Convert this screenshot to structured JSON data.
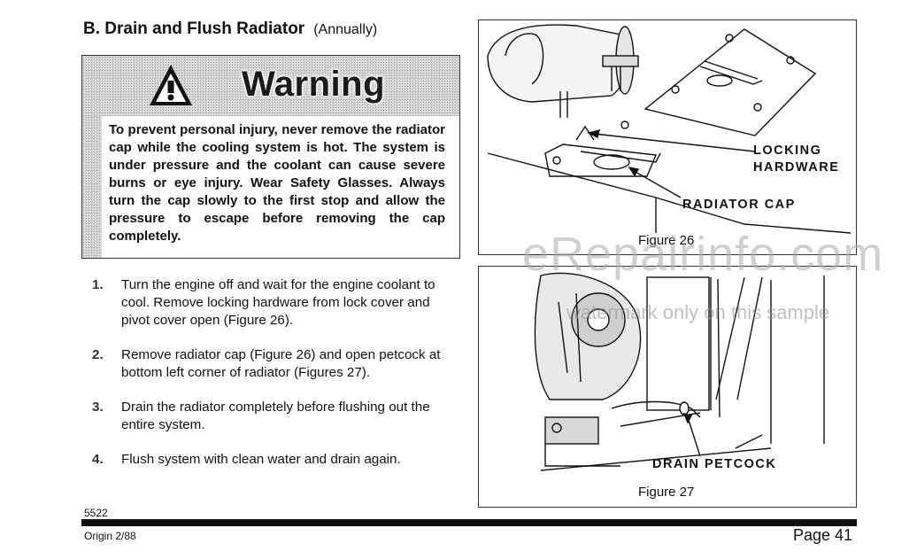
{
  "section": {
    "heading": "B. Drain and Flush Radiator",
    "frequency": "(Annually)"
  },
  "warning": {
    "title": "Warning",
    "icon": "warning-triangle-icon",
    "text": "To prevent personal injury, never remove the radiator cap while the cooling system is hot. The system is under pressure and the coolant can cause severe burns or eye injury. Wear Safety Glasses. Always turn the cap slowly to the first stop and allow the pressure to escape before removing the cap completely."
  },
  "steps": [
    {
      "num": "1.",
      "text": "Turn the engine off and wait for the engine coolant to cool. Remove locking hardware from lock cover and pivot cover open (Figure 26)."
    },
    {
      "num": "2.",
      "text": "Remove radiator cap (Figure 26) and open petcock at bottom left corner of radiator (Figures 27)."
    },
    {
      "num": "3.",
      "text": "Drain the radiator completely before flushing out the entire system."
    },
    {
      "num": "4.",
      "text": "Flush system with clean water and drain again."
    }
  ],
  "figure26": {
    "caption": "Figure 26",
    "callout_locking": "LOCKING\nHARDWARE",
    "callout_cap": "RADIATOR CAP"
  },
  "figure27": {
    "caption": "Figure 27",
    "callout_petcock": "DRAIN PETCOCK"
  },
  "footer": {
    "doc_number": "5522",
    "origin": "Origin 2/88",
    "page": "Page 41"
  },
  "watermark": {
    "main": "eRepairinfo.com",
    "sub": "watermark only on this sample"
  }
}
